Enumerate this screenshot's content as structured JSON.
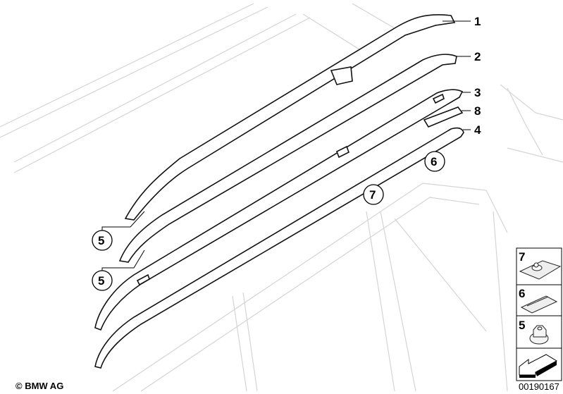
{
  "callouts": {
    "part_1": "1",
    "part_2": "2",
    "part_3": "3",
    "part_8": "8",
    "part_4": "4",
    "part_6": "6",
    "part_7": "7",
    "part_5a": "5",
    "part_5b": "5"
  },
  "legend": {
    "items": [
      {
        "number": "7",
        "icon": "clip-with-stud-icon"
      },
      {
        "number": "6",
        "icon": "clip-icon"
      },
      {
        "number": "5",
        "icon": "collar-nut-icon"
      },
      {
        "number": "",
        "icon": "direction-arrow-icon"
      }
    ]
  },
  "diagram_number": "00190167",
  "copyright": "© BMW AG"
}
